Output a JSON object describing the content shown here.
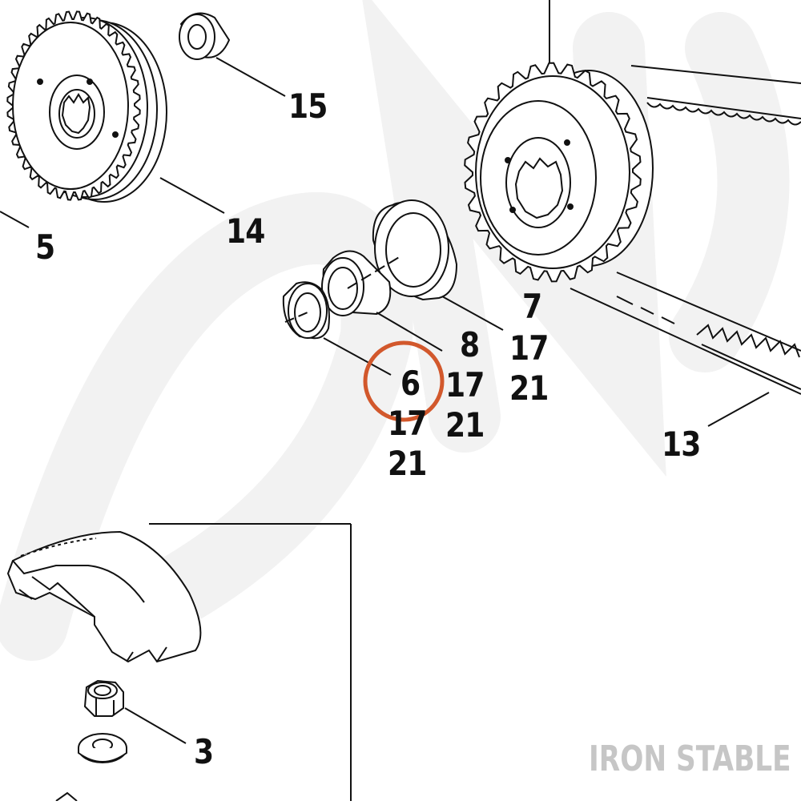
{
  "watermark": {
    "text": "IRON STABLE",
    "color": "#c6c6c6"
  },
  "highlight": {
    "color": "#d2582c",
    "target": "6"
  },
  "callouts": {
    "c15": "15",
    "c14": "14",
    "c5": "5",
    "c7": [
      "7",
      "17",
      "21"
    ],
    "c8": [
      "8",
      "17",
      "21"
    ],
    "c6": [
      "6",
      "17",
      "21"
    ],
    "c13": "13",
    "c3": "3"
  },
  "parts": [
    "sprocket",
    "bearing-ring",
    "clutch-hub-pulley",
    "belt",
    "thrust-washer",
    "sleeve",
    "spacer-ring",
    "chain-slipper",
    "lock-nut",
    "flat-washer"
  ],
  "colors": {
    "line": "#111111",
    "background": "#ffffff",
    "watermark_ghost": "#f1f1f1"
  }
}
